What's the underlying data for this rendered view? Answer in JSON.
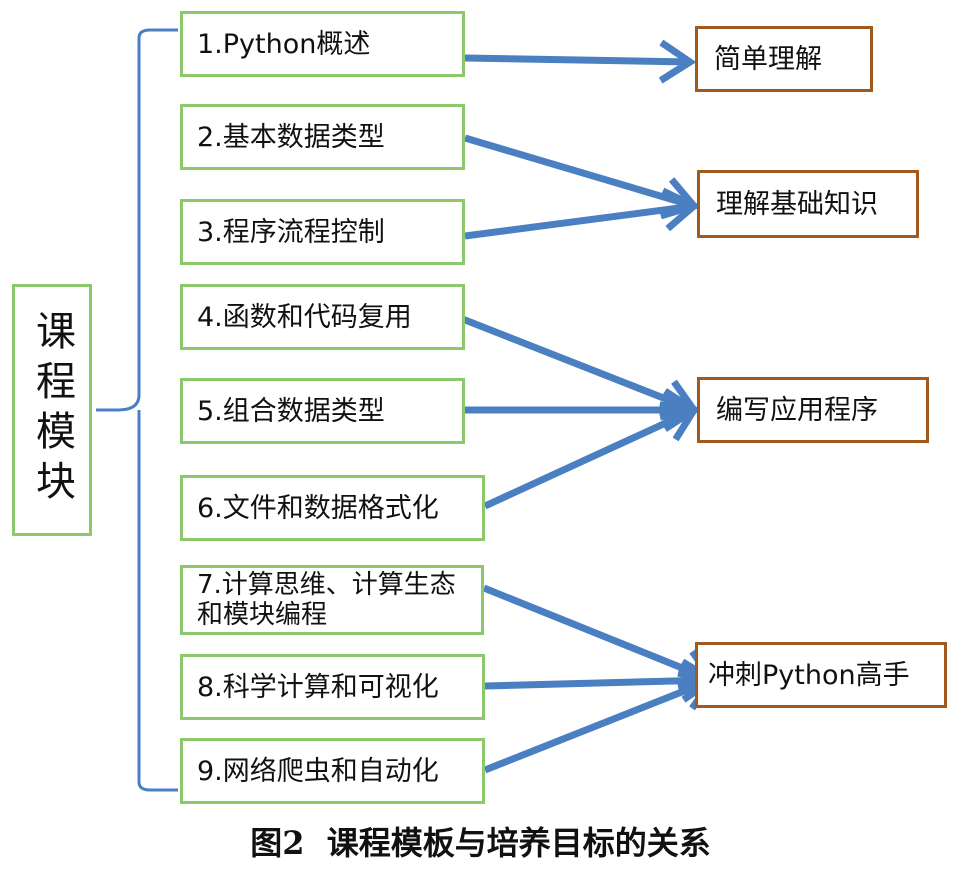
{
  "root": {
    "label": "课程模块"
  },
  "modules": [
    {
      "label": "1.Python概述"
    },
    {
      "label": "2.基本数据类型"
    },
    {
      "label": "3.程序流程控制"
    },
    {
      "label": "4.函数和代码复用"
    },
    {
      "label": "5.组合数据类型"
    },
    {
      "label": "6.文件和数据格式化"
    },
    {
      "label": "7.计算思维、计算生态和模块编程"
    },
    {
      "label": "8.科学计算和可视化"
    },
    {
      "label": "9.网络爬虫和自动化"
    }
  ],
  "goals": [
    {
      "label": "简单理解"
    },
    {
      "label": "理解基础知识"
    },
    {
      "label": "编写应用程序"
    },
    {
      "label": "冲刺Python高手"
    }
  ],
  "caption": {
    "fig_no": "图2",
    "text": "课程模板与培养目标的关系"
  },
  "colors": {
    "module_border": "#8dc86d",
    "goal_border": "#a05a1e",
    "arrow": "#4a7fc1"
  }
}
